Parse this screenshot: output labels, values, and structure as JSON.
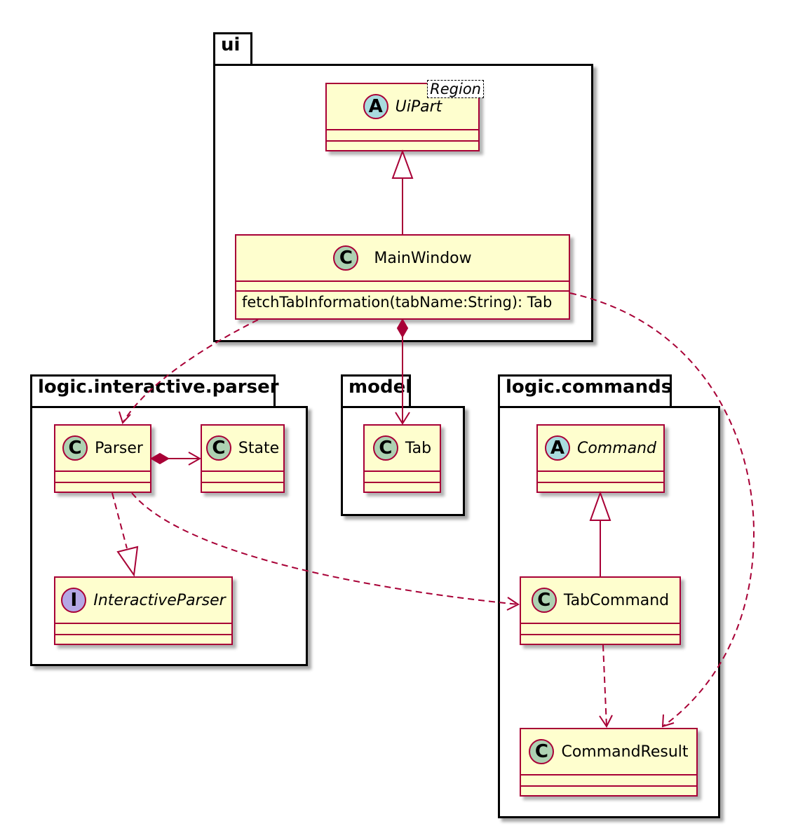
{
  "packages": {
    "ui": {
      "name": "ui"
    },
    "parser": {
      "name": "logic.interactive.parser"
    },
    "model": {
      "name": "model"
    },
    "commands": {
      "name": "logic.commands"
    }
  },
  "classes": {
    "uipart": {
      "stereotype": "A",
      "name": "UiPart",
      "generic": "Region"
    },
    "mainwindow": {
      "stereotype": "C",
      "name": "MainWindow",
      "method": "fetchTabInformation(tabName:String): Tab"
    },
    "parser": {
      "stereotype": "C",
      "name": "Parser"
    },
    "state": {
      "stereotype": "C",
      "name": "State"
    },
    "interactiveparser": {
      "stereotype": "I",
      "name": "InteractiveParser"
    },
    "tab": {
      "stereotype": "C",
      "name": "Tab"
    },
    "command": {
      "stereotype": "A",
      "name": "Command"
    },
    "tabcommand": {
      "stereotype": "C",
      "name": "TabCommand"
    },
    "commandresult": {
      "stereotype": "C",
      "name": "CommandResult"
    }
  },
  "colors": {
    "class_fill": "#FEFECE",
    "class_border": "#A80036",
    "class_circle": "#ADD1B2",
    "abstract_circle": "#A9DCDF",
    "interface_circle": "#B4A7E5",
    "package_border": "#000000"
  }
}
